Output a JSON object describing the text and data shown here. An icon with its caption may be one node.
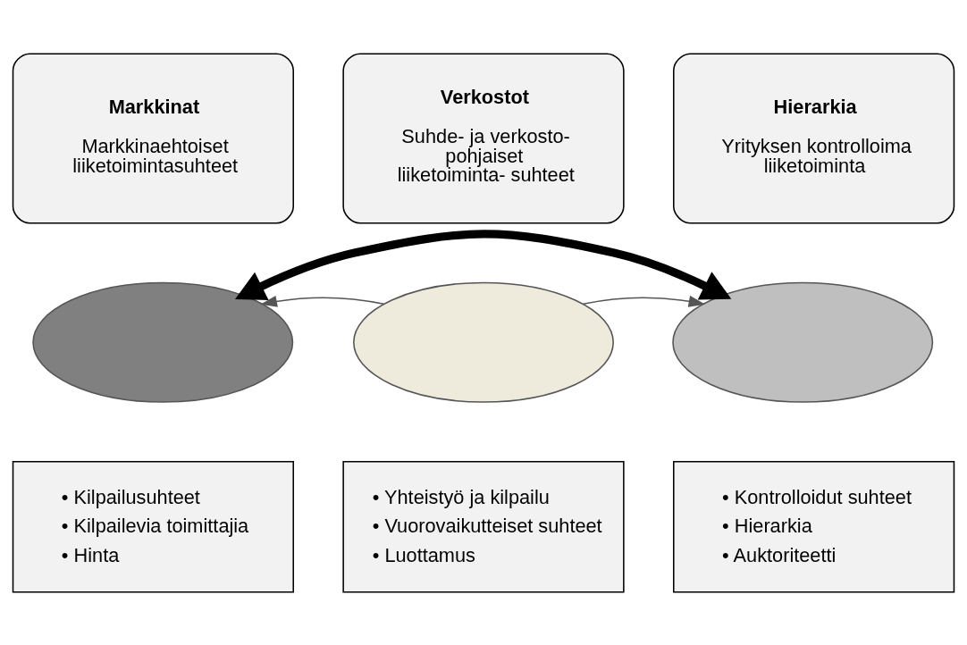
{
  "diagram": {
    "nodes": [
      {
        "text": [
          "Markkinat",
          "Markkinaehtoiset liiketoimintasuhteet"
        ]
      },
      {
        "text": [
          "Verkostot",
          "Suhde- ja verkosto- pohjaiset liiketoiminta- suhteet"
        ]
      },
      {
        "text": [
          "Hierarkia",
          "Yrityksen kontrolloima liiketoiminta"
        ]
      },
      {
        "text": [],
        "shape": "ellipse"
      },
      {
        "text": [],
        "shape": "ellipse"
      },
      {
        "text": [],
        "shape": "ellipse"
      },
      {
        "text": [
          "• Kilpailusuhteet",
          "• Kilpailevia toimittajia",
          "• Hinta"
        ]
      },
      {
        "text": [
          "• Yhteistyö ja kilpailu",
          "• Vuorovaikutteiset suhteet",
          "• Luottamus"
        ]
      },
      {
        "text": [
          "• Kontrolloidut suhteet",
          "• Hierarkia",
          "• Auktoriteetti"
        ]
      }
    ],
    "edges": [
      {
        "from": 3,
        "to": 5,
        "arrow": "both",
        "style": "thick",
        "color": "#000000"
      },
      {
        "from": 4,
        "to": 3,
        "arrow": "to"
      },
      {
        "from": 4,
        "to": 5,
        "arrow": "to"
      }
    ]
  }
}
